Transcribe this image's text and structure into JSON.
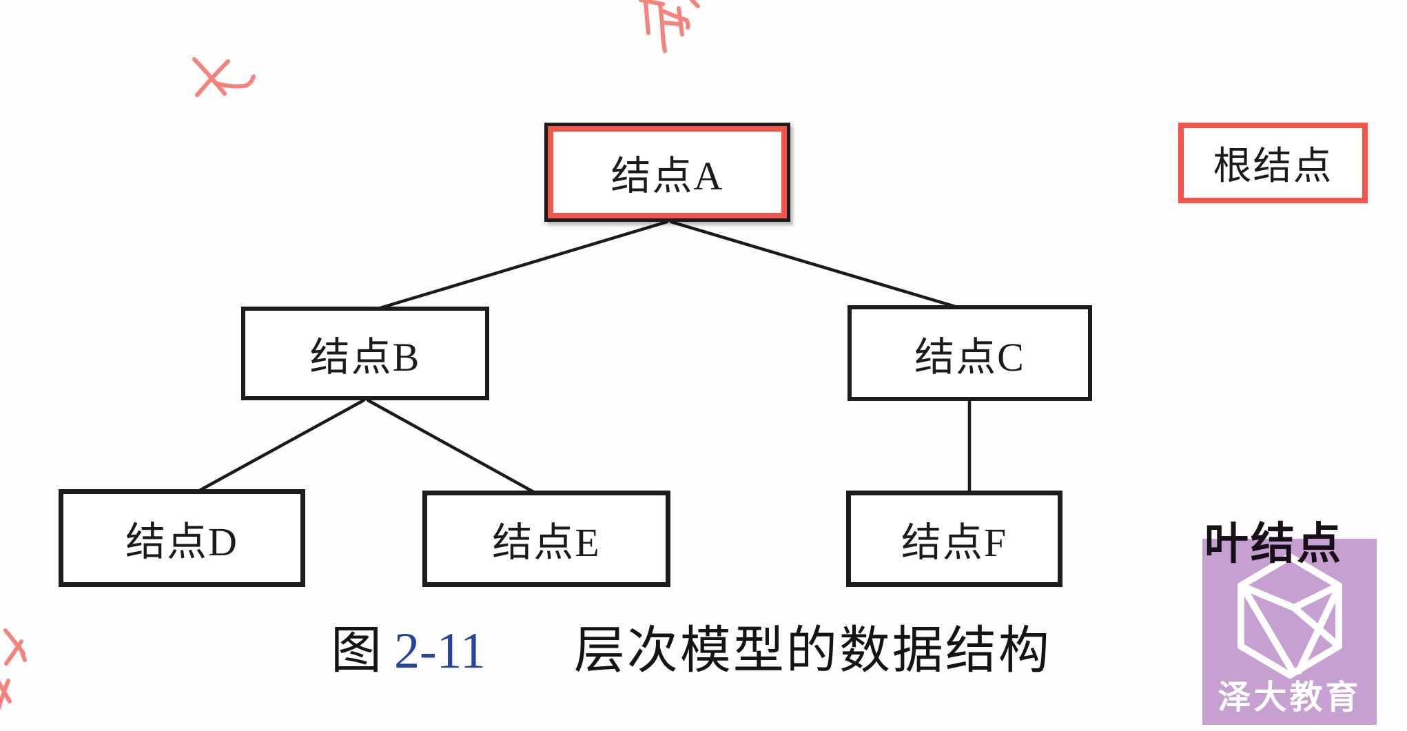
{
  "diagram": {
    "nodes": [
      {
        "id": "A",
        "label": "结点A",
        "highlighted": true
      },
      {
        "id": "B",
        "label": "结点B"
      },
      {
        "id": "C",
        "label": "结点C"
      },
      {
        "id": "D",
        "label": "结点D"
      },
      {
        "id": "E",
        "label": "结点E"
      },
      {
        "id": "F",
        "label": "结点F"
      }
    ],
    "edges": [
      [
        "A",
        "B"
      ],
      [
        "A",
        "C"
      ],
      [
        "B",
        "D"
      ],
      [
        "B",
        "E"
      ],
      [
        "C",
        "F"
      ]
    ],
    "annotations": {
      "root_label": "根结点",
      "leaf_label": "叶结点"
    },
    "caption": {
      "figure": "图",
      "number": "2-11",
      "title": "层次模型的数据结构"
    }
  },
  "logo": {
    "text": "泽大教育"
  },
  "colors": {
    "annotation_red": "#f1564b",
    "pen_red": "#f4837c",
    "caption_blue": "#2743a0",
    "logo_purple": "#c5a0d0",
    "line_black": "#1c1c1c"
  }
}
